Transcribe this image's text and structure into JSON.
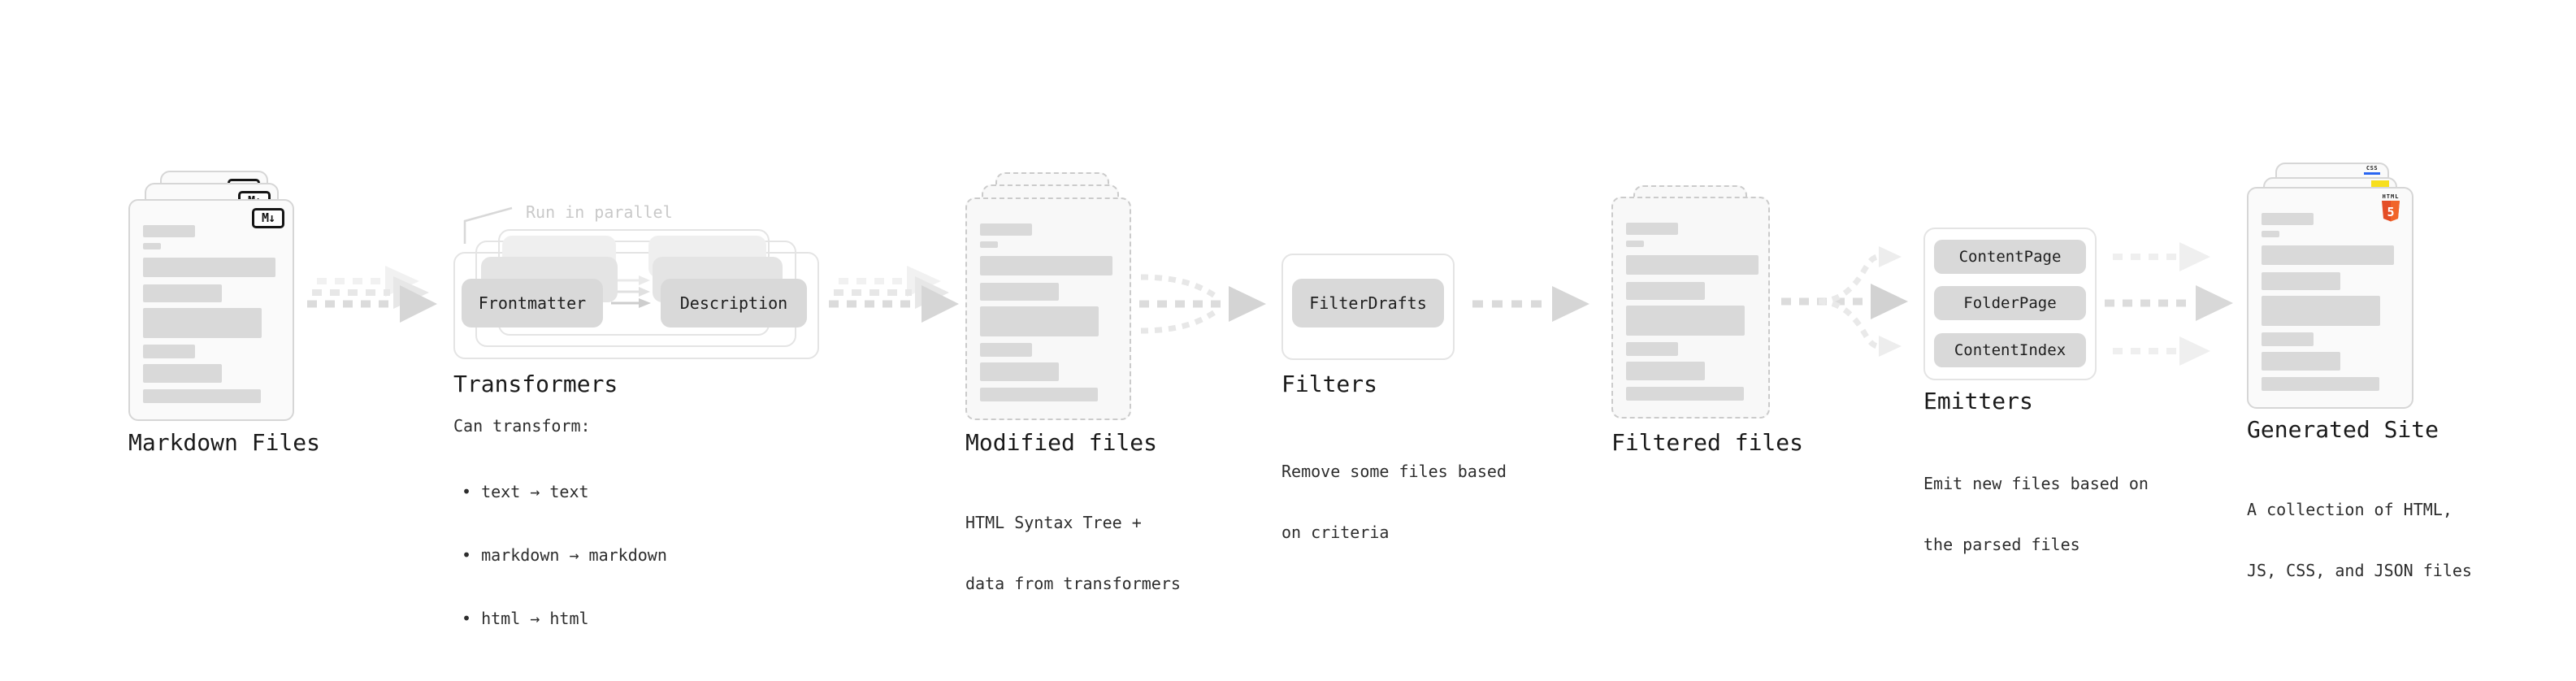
{
  "markdown": {
    "label": "Markdown Files",
    "badge": "M↓"
  },
  "transformers": {
    "annotation": "Run in parallel",
    "node1": "Frontmatter",
    "node2": "Description",
    "title": "Transformers",
    "subtitle": "Can transform:",
    "bullets": [
      "• text → text",
      "• markdown → markdown",
      "• html → html"
    ]
  },
  "modified": {
    "title": "Modified files",
    "desc1": "HTML Syntax Tree +",
    "desc2": "data from transformers"
  },
  "filters": {
    "title": "Filters",
    "node": "FilterDrafts",
    "desc1": "Remove some files based",
    "desc2": "on criteria"
  },
  "filtered": {
    "title": "Filtered files"
  },
  "emitters": {
    "title": "Emitters",
    "nodes": [
      "ContentPage",
      "FolderPage",
      "ContentIndex"
    ],
    "desc1": "Emit new files based on",
    "desc2": "the parsed files"
  },
  "generated": {
    "title": "Generated Site",
    "desc1": "A collection of HTML,",
    "desc2": "JS, CSS, and JSON files",
    "html5_badge": {
      "word": "HTML",
      "number": "5"
    },
    "css_badge": "CSS"
  },
  "colors": {
    "html5_orange": "#e44d26",
    "html5_orange_light": "#f16529",
    "js_yellow": "#f7df1e",
    "css_blue": "#2965f1"
  }
}
